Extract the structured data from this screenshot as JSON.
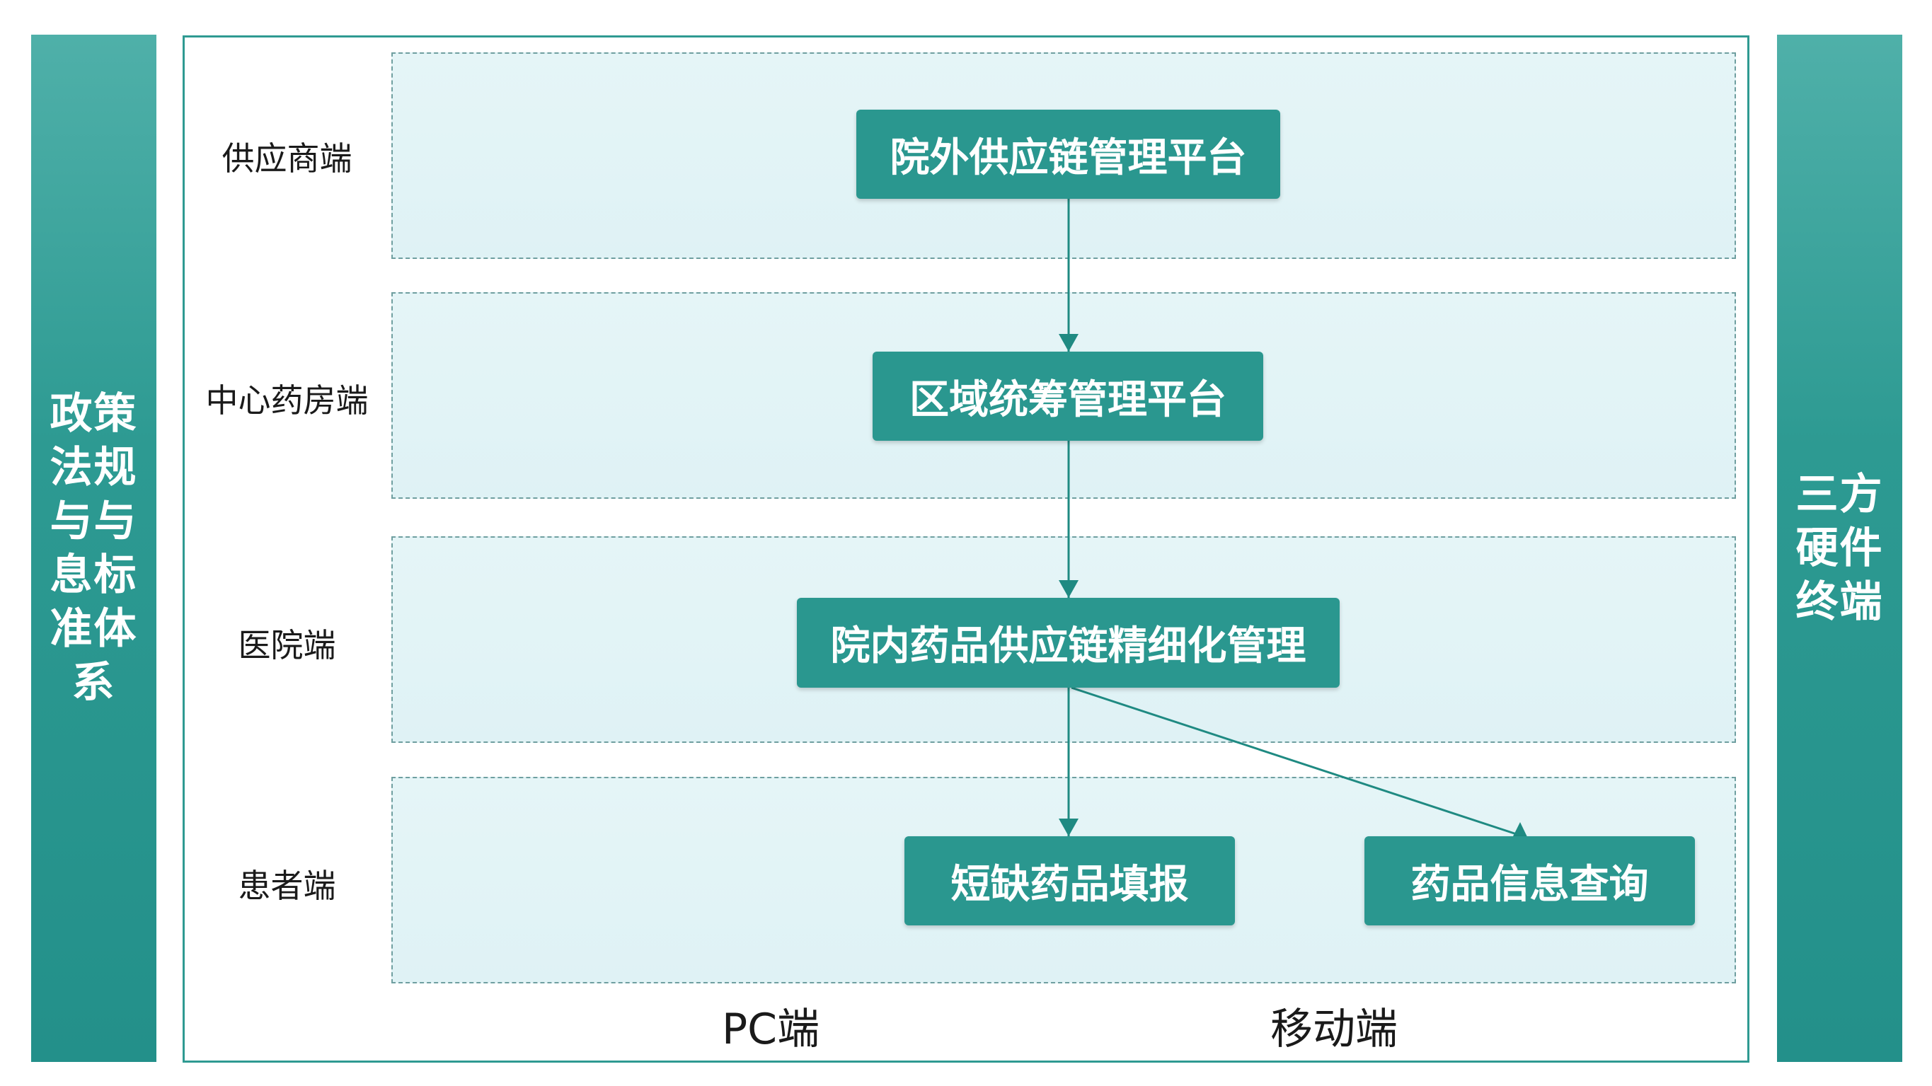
{
  "left_panel": {
    "text": "政策法规与与息标准体系"
  },
  "right_panel": {
    "text": "三方硬件终端"
  },
  "lanes": [
    {
      "label": "供应商端"
    },
    {
      "label": "中心药房端"
    },
    {
      "label": "医院端"
    },
    {
      "label": "患者端"
    }
  ],
  "nodes": {
    "external_platform": "院外供应链管理平台",
    "regional_platform": "区域统筹管理平台",
    "hospital_management": "院内药品供应链精细化管理",
    "shortage_report": "短缺药品填报",
    "drug_info_query": "药品信息查询"
  },
  "bottom_labels": {
    "pc": "PC端",
    "mobile": "移动端"
  },
  "colors": {
    "accent": "#2a978f",
    "lane_fill": "#e2f4f6",
    "lane_border": "#6f9fa0"
  }
}
